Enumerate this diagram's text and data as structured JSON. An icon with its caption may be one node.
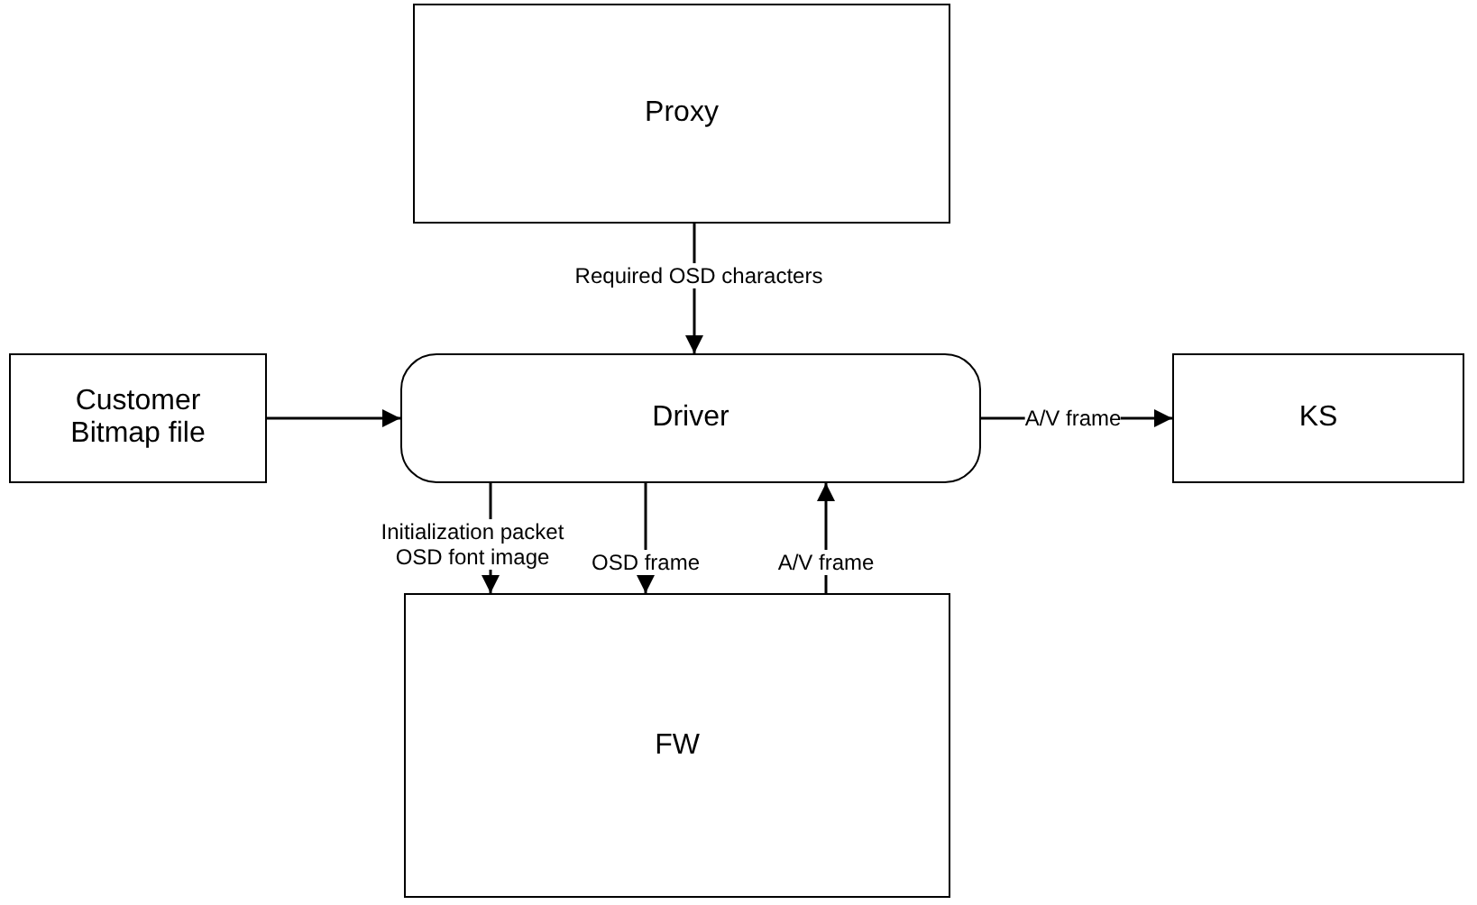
{
  "diagram": {
    "nodes": [
      {
        "text": [
          "Proxy"
        ]
      },
      {
        "text": [
          "Customer Bitmap file"
        ]
      },
      {
        "text": [
          "Driver"
        ]
      },
      {
        "text": [
          "KS"
        ]
      },
      {
        "text": [
          "FW"
        ]
      }
    ],
    "edges": [
      {
        "from": 0,
        "to": 2,
        "arrow": "to",
        "label": "Required OSD characters"
      },
      {
        "from": 1,
        "to": 2,
        "arrow": "to"
      },
      {
        "from": 2,
        "to": 3,
        "arrow": "to",
        "label": "A/V frame"
      },
      {
        "from": 2,
        "to": 4,
        "arrow": "to",
        "label": "Initialization packet OSD font image"
      },
      {
        "from": 2,
        "to": 4,
        "arrow": "to",
        "label": "OSD frame"
      },
      {
        "from": 4,
        "to": 2,
        "arrow": "to",
        "label": "A/V frame"
      }
    ]
  }
}
